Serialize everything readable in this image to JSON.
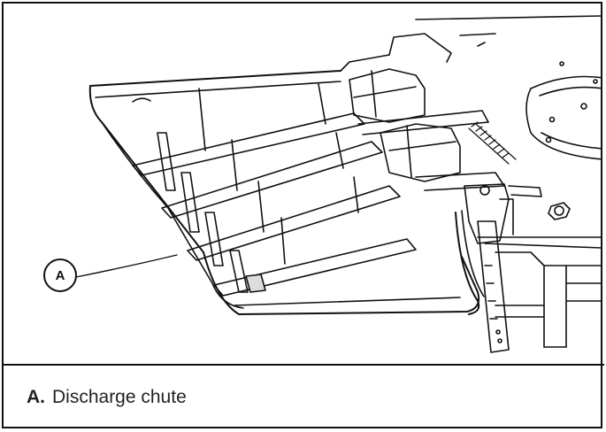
{
  "callouts": [
    {
      "letter": "A",
      "description": "Discharge chute"
    }
  ],
  "legend": {
    "letter": "A.",
    "text": "Discharge chute"
  }
}
